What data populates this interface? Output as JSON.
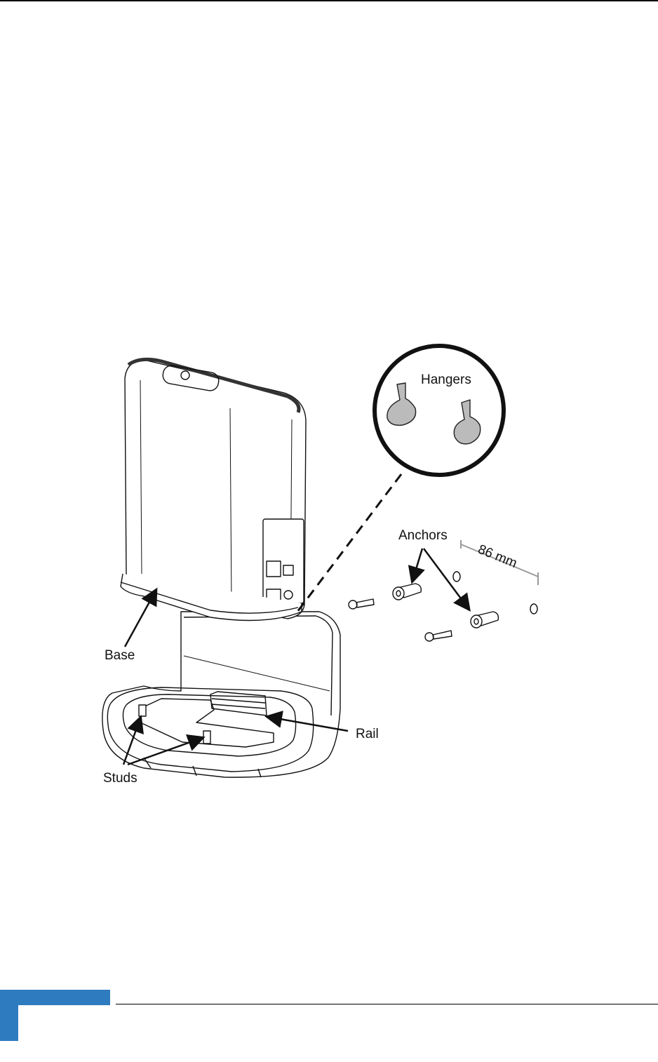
{
  "labels": {
    "hangers": "Hangers",
    "anchors": "Anchors",
    "dimension": "86 mm",
    "base": "Base",
    "rail": "Rail",
    "studs": "Studs"
  },
  "colors": {
    "accent": "#2f7bbf",
    "line": "#111111",
    "dimension": "#9a9a9a"
  }
}
